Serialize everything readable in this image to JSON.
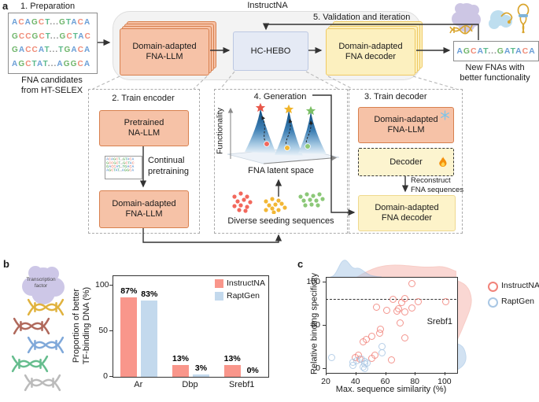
{
  "colors": {
    "accent_orange_fill": "#F6C2A7",
    "accent_orange_border": "#D8804E",
    "hebo_fill": "#E5EAF5",
    "hebo_border": "#BCC8E2",
    "yellow_fill": "#FCF0BF",
    "yellow_border": "#EFC962",
    "instructna_pink": "#F9968B",
    "raptgen_blue": "#C3D9ED",
    "scatter_pink": "#F1837A",
    "scatter_blue": "#A9C7E4",
    "bases": {
      "A": "#6A9ED6",
      "C": "#EF8A76",
      "G": "#6FB56A",
      "T": "#5BB98C",
      ".": "#8a8a8a"
    }
  },
  "panel_a": {
    "label": "a",
    "step1": {
      "title": "1. Preparation",
      "sequences": [
        "ACAGCT...GTACA",
        "GCCGCT...GCTAC",
        "GACCAT...TGACA",
        "AGCTAT...AGGCA"
      ],
      "caption": "FNA candidates\nfrom HT-SELEX"
    },
    "pipeline": {
      "title": "InstructNA",
      "encoder": "Domain-adapted\nFNA-LLM",
      "optimizer": "HC-HEBO",
      "decoder": "Domain-adapted\nFNA decoder",
      "validation": "5. Validation and iteration"
    },
    "output": {
      "sequence": "AGCAT...GATACA",
      "caption": "New FNAs with\nbetter functionality"
    },
    "step2": {
      "title": "2. Train encoder",
      "box1": "Pretrained\nNA-LLM",
      "arrow_label": "Continual\npretraining",
      "box2": "Domain-adapted\nFNA-LLM"
    },
    "step4": {
      "title": "4. Generation",
      "axis_label": "Functionality",
      "space_label": "FNA latent space",
      "seeds_label": "Diverse seeding sequences"
    },
    "step3": {
      "title": "3. Train decoder",
      "box1": "Domain-adapted\nFNA-LLM",
      "box2": "Decoder",
      "arrow_label": "Reconstruct\nFNA sequences",
      "box3": "Domain-adapted\nFNA decoder"
    }
  },
  "panel_b": {
    "label": "b",
    "tf_label": "Transcription\nfactor"
  },
  "panel_c": {
    "label": "c"
  },
  "chart_data": [
    {
      "id": "tf_binding_bar",
      "type": "bar",
      "categories": [
        "Ar",
        "Dbp",
        "Srebf1"
      ],
      "series": [
        {
          "name": "InstructNA",
          "color": "#F9968B",
          "values": [
            87,
            13,
            13
          ]
        },
        {
          "name": "RaptGen",
          "color": "#C3D9ED",
          "values": [
            83,
            3,
            0
          ]
        }
      ],
      "value_labels": [
        [
          "87%",
          "13%",
          "13%"
        ],
        [
          "83%",
          "3%",
          "0%"
        ]
      ],
      "ylabel": "Proportion of better\nTF-binding DNA (%)",
      "yticks": [
        0,
        50,
        100
      ],
      "ylim": [
        0,
        110
      ],
      "grid": false,
      "legend_position": "top-right"
    },
    {
      "id": "binding_scatter",
      "type": "scatter",
      "xlabel": "Max. sequence similarity (%)",
      "ylabel": "Relative binding specificity",
      "xticks": [
        20,
        40,
        60,
        80,
        100
      ],
      "yticks": [
        0,
        50,
        100
      ],
      "xlim": [
        20,
        108
      ],
      "ylim": [
        -5,
        105
      ],
      "dashed_line_y": 80,
      "annotation": "Srebf1",
      "marginal_densities": true,
      "legend_position": "right-outside",
      "series": [
        {
          "name": "InstructNA",
          "color": "#F1837A",
          "points": [
            [
              77,
              99
            ],
            [
              64,
              81
            ],
            [
              72,
              82
            ],
            [
              100,
              78
            ],
            [
              81,
              78
            ],
            [
              70,
              77
            ],
            [
              53,
              72
            ],
            [
              60,
              68
            ],
            [
              77,
              71
            ],
            [
              68,
              70
            ],
            [
              67,
              67
            ],
            [
              72,
              66
            ],
            [
              69,
              54
            ],
            [
              56,
              46
            ],
            [
              55,
              42
            ],
            [
              50,
              38
            ],
            [
              46,
              35
            ],
            [
              44,
              32
            ],
            [
              72,
              36
            ],
            [
              39,
              14
            ],
            [
              41,
              16
            ],
            [
              42,
              12
            ],
            [
              52,
              16
            ],
            [
              50,
              13
            ],
            [
              63,
              11
            ]
          ]
        },
        {
          "name": "RaptGen",
          "color": "#A9C7E4",
          "points": [
            [
              23,
              14
            ],
            [
              57,
              26
            ],
            [
              57,
              19
            ],
            [
              37,
              8
            ],
            [
              37,
              5
            ],
            [
              40,
              10
            ],
            [
              43,
              12
            ],
            [
              45,
              9
            ],
            [
              45,
              6
            ],
            [
              44,
              3
            ],
            [
              45,
              1
            ],
            [
              47,
              7
            ]
          ]
        }
      ]
    }
  ]
}
